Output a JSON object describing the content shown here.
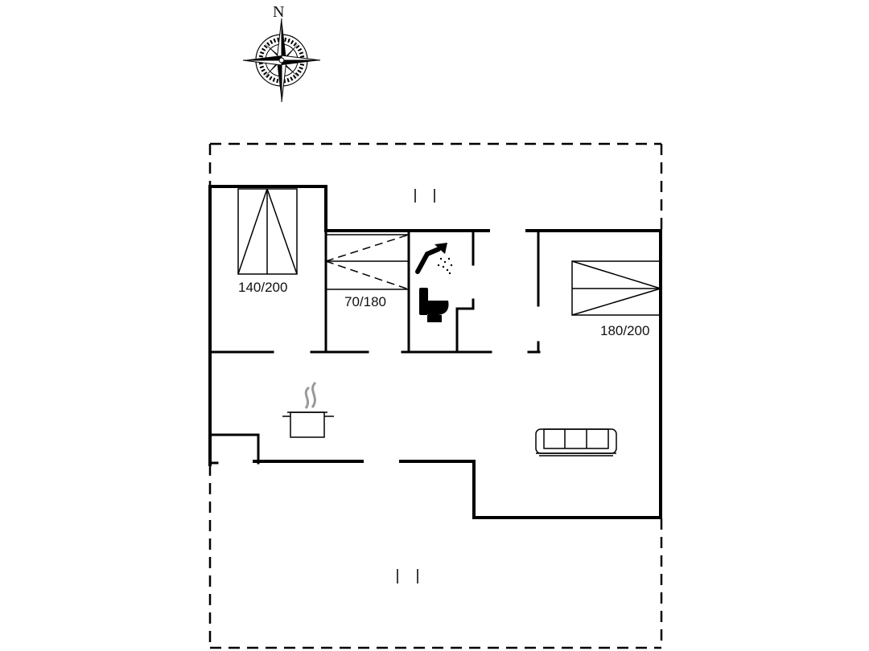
{
  "compass": {
    "north_label": "N"
  },
  "rooms": {
    "bedroom_left": {
      "bed_size": "140/200"
    },
    "bedroom_small": {
      "bed_size": "70/180"
    },
    "bedroom_right": {
      "bed_size": "180/200"
    }
  },
  "icons": [
    "compass-rose-icon",
    "bed-icon",
    "shower-icon",
    "toilet-icon",
    "cooking-pot-icon",
    "sofa-icon"
  ]
}
